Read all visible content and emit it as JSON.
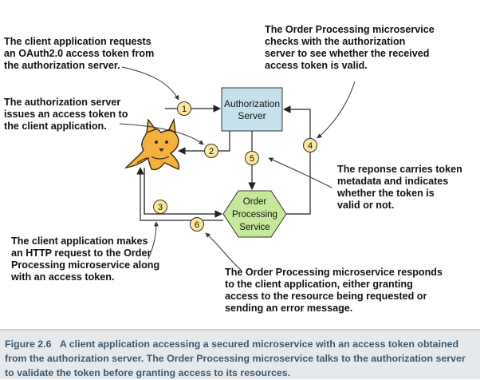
{
  "nodes": {
    "auth_server": [
      "Authorization",
      "Server"
    ],
    "order_service": [
      "Order",
      "Processing",
      "Service"
    ]
  },
  "steps": [
    "1",
    "2",
    "3",
    "4",
    "5",
    "6"
  ],
  "annotations": {
    "a1": [
      "The client application requests",
      "an OAuth2.0 access token from",
      "the authorization server."
    ],
    "a2": [
      "The authorization server",
      "issues an access token to",
      "the client application."
    ],
    "a3": [
      "The client application makes",
      "an HTTP request to the Order",
      "Processing microservice along",
      "with an access token."
    ],
    "a4": [
      "The Order Processing microservice",
      "checks with the authorization",
      "server to see whether the received",
      "access token is valid."
    ],
    "a5": [
      "The reponse carries token",
      "metadata and indicates",
      "whether the token is",
      "valid or not."
    ],
    "a6": [
      "The Order Processing microservice responds",
      "to the client application, either granting",
      "access to the resource being requested or",
      "sending an error message."
    ]
  },
  "caption": {
    "label": "Figure 2.6",
    "text": "A client application accessing a secured microservice with an access token obtained from the authorization server. The Order Processing microservice talks to the authorization server to validate the token before granting access to its resources."
  },
  "colors": {
    "auth_fill": "#c6e1ee",
    "service_fill": "#c6e89a",
    "step_fill": "#fbe89a",
    "caption_bg": "#e6e9ec",
    "caption_text": "#3b5870"
  }
}
